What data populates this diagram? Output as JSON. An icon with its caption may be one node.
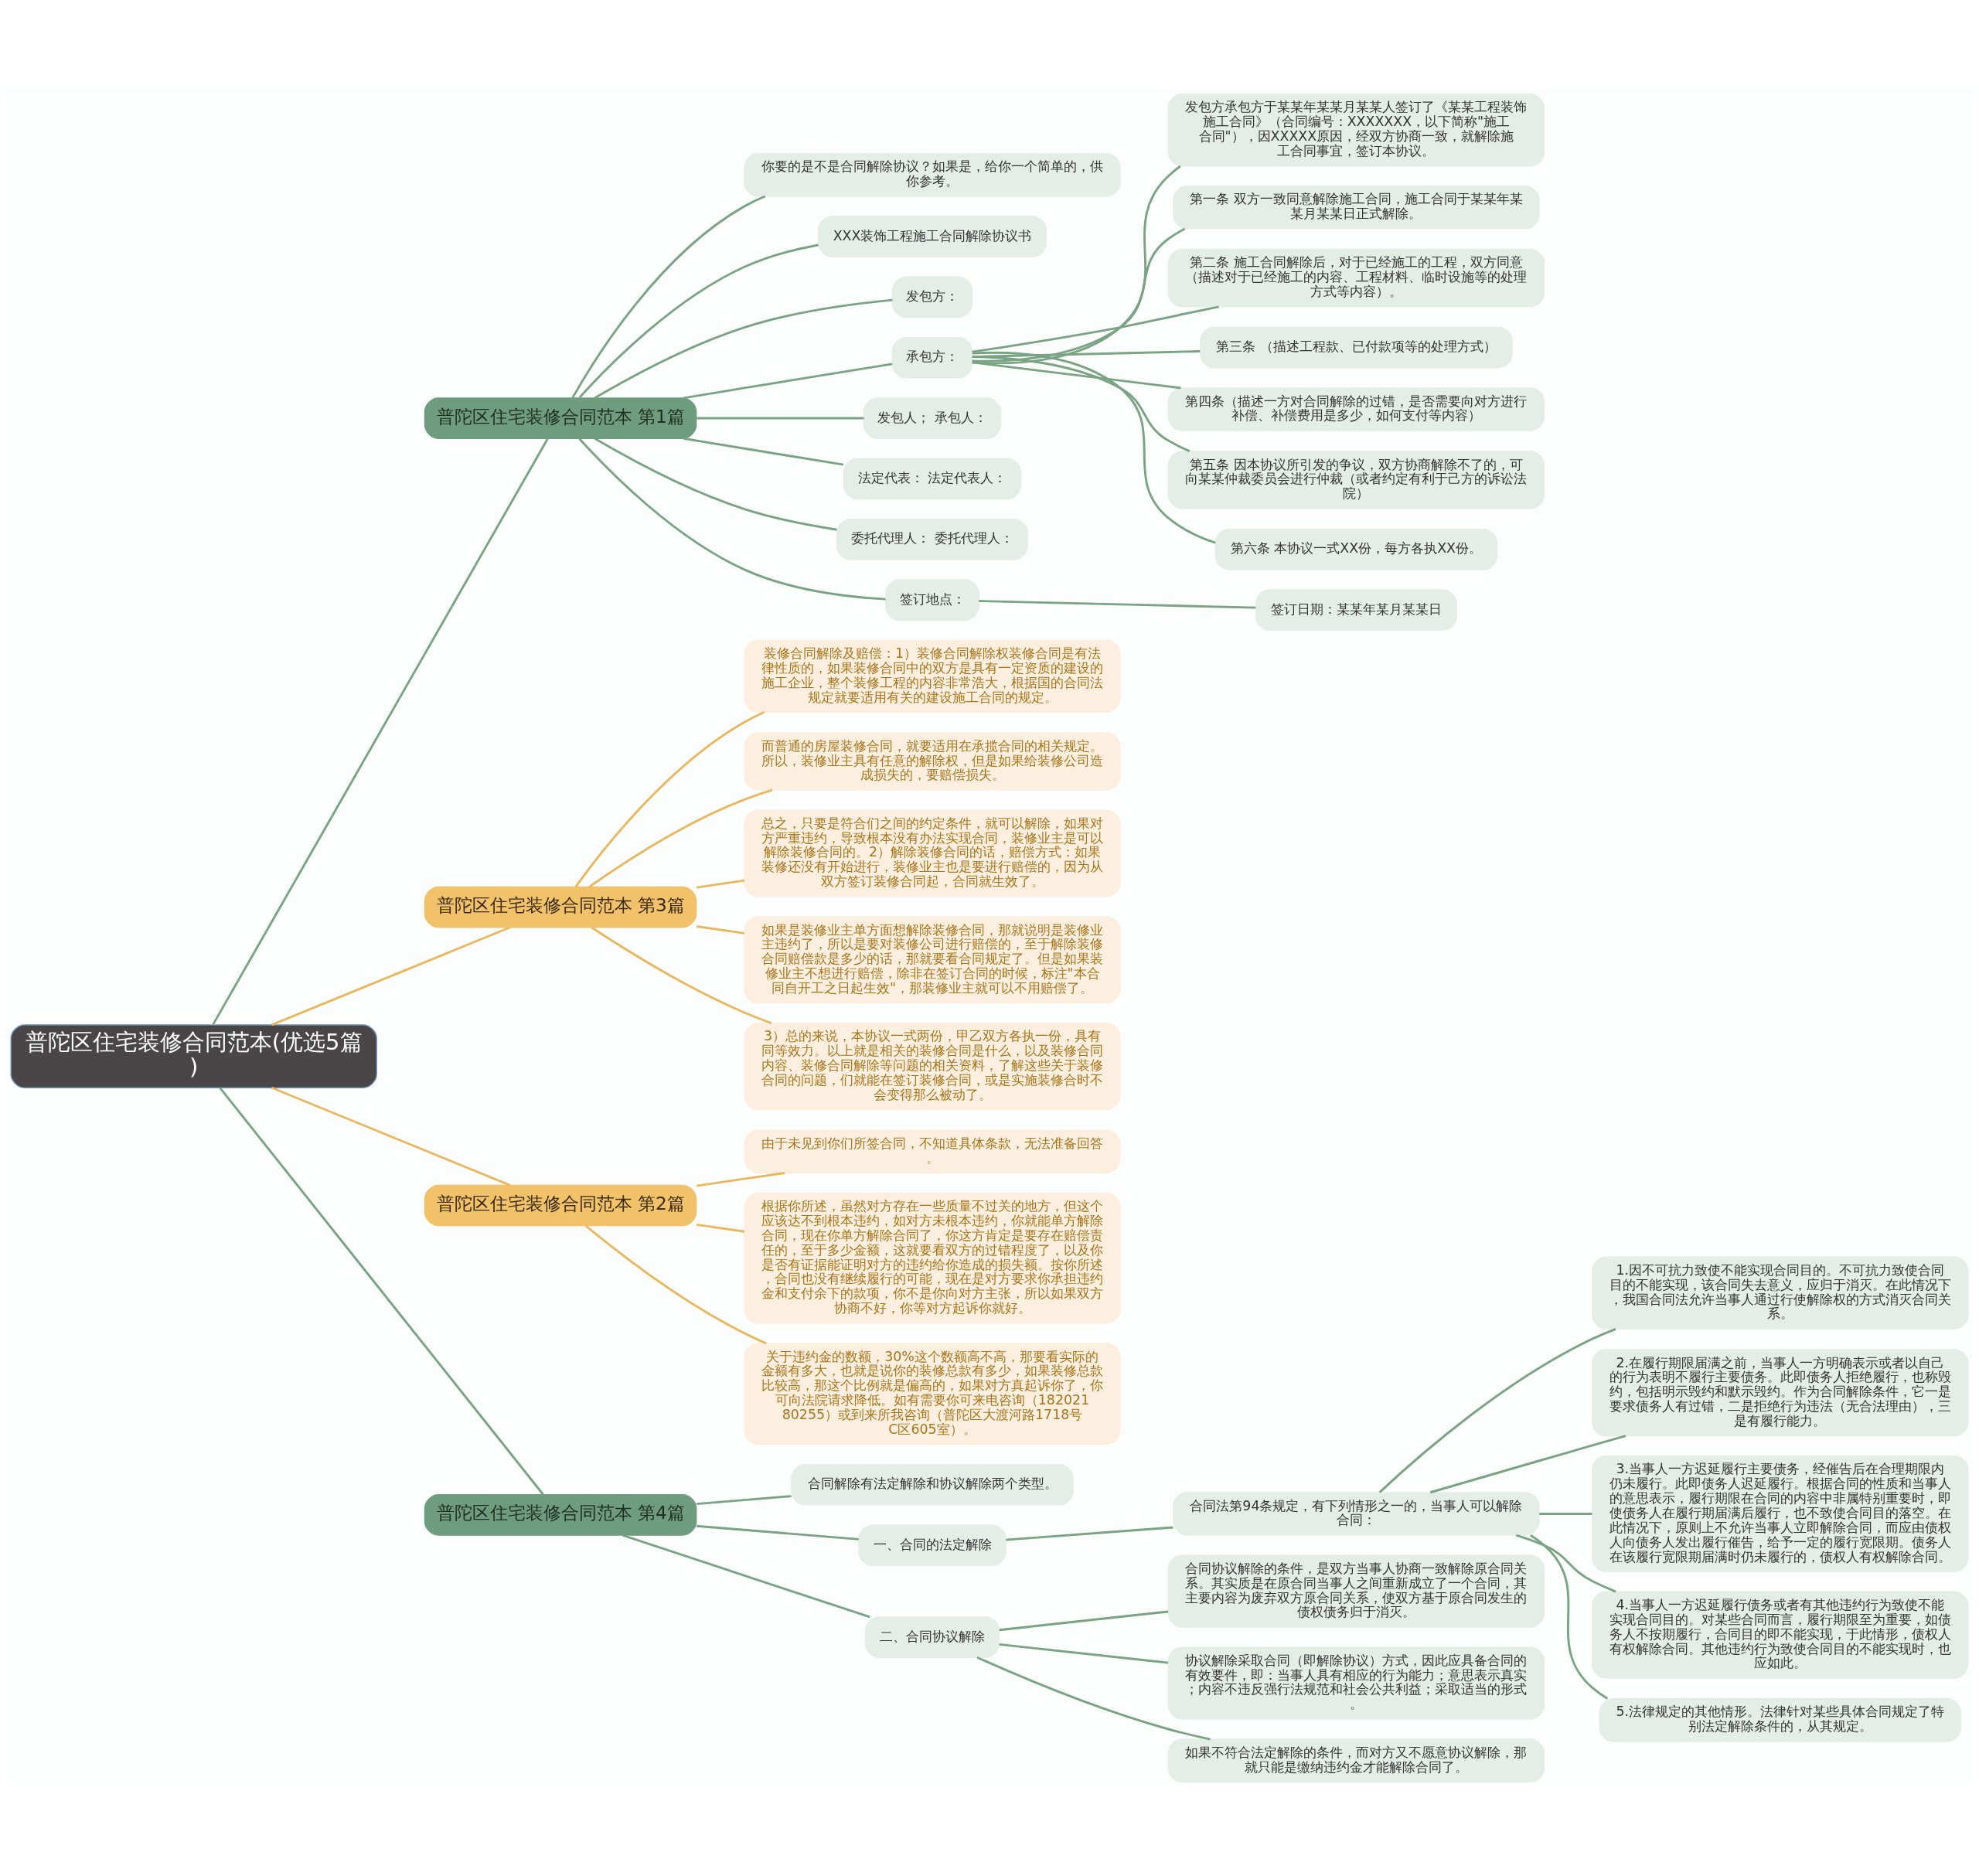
{
  "diagram": {
    "nodes": [
      {
        "text": [
          "普陀区住宅装修合同范本(优选5篇)"
        ]
      },
      {
        "text": [
          "普陀区住宅装修合同范本 第1篇"
        ]
      },
      {
        "text": [
          "你要的是不是合同解除协议？如果是，给你一个简单的，供你参考。"
        ]
      },
      {
        "text": [
          "XXX装饰工程施工合同解除协议书"
        ]
      },
      {
        "text": [
          "发包方："
        ]
      },
      {
        "text": [
          "承包方："
        ]
      },
      {
        "text": [
          "发包方承包方于某某年某某月某某人签订了《某某工程装饰施工合同》（合同编号：XXXXXXX，以下简称\"施工合同\"），因XXXXX原因，经双方协商一致，就解除施工合同事宜，签订本协议。"
        ]
      },
      {
        "text": [
          "第一条 双方一致同意解除施工合同，施工合同于某某年某某月某某日正式解除。"
        ]
      },
      {
        "text": [
          "第二条 施工合同解除后，对于已经施工的工程，双方同意（描述对于已经施工的内容、工程材料、临时设施等的处理方式等内容）。"
        ]
      },
      {
        "text": [
          "第三条 （描述工程款、已付款项等的处理方式）"
        ]
      },
      {
        "text": [
          "第四条（描述一方对合同解除的过错，是否需要向对方进行补偿、补偿费用是多少，如何支付等内容）"
        ]
      },
      {
        "text": [
          "第五条 因本协议所引发的争议，双方协商解除不了的，可向某某仲裁委员会进行仲裁（或者约定有利于己方的诉讼法院）"
        ]
      },
      {
        "text": [
          "第六条 本协议一式XX份，每方各执XX份。"
        ]
      },
      {
        "text": [
          "发包人； 承包人："
        ]
      },
      {
        "text": [
          "法定代表： 法定代表人："
        ]
      },
      {
        "text": [
          "委托代理人： 委托代理人："
        ]
      },
      {
        "text": [
          "签订地点："
        ]
      },
      {
        "text": [
          "签订日期：某某年某月某某日"
        ]
      },
      {
        "text": [
          "普陀区住宅装修合同范本 第3篇"
        ]
      },
      {
        "text": [
          "装修合同解除及赔偿：1）装修合同解除权装修合同是有法律性质的，如果装修合同中的双方是具有一定资质的建设的施工企业，整个装修工程的内容非常浩大，根据国的合同法规定就要适用有关的建设施工合同的规定。"
        ]
      },
      {
        "text": [
          "而普通的房屋装修合同，就要适用在承揽合同的相关规定。所以，装修业主具有任意的解除权，但是如果给装修公司造成损失的，要赔偿损失。"
        ]
      },
      {
        "text": [
          "总之，只要是符合们之间的约定条件，就可以解除，如果对方严重违约，导致根本没有办法实现合同，装修业主是可以解除装修合同的。2）解除装修合同的话，赔偿方式：如果装修还没有开始进行，装修业主也是要进行赔偿的，因为从双方签订装修合同起，合同就生效了。"
        ]
      },
      {
        "text": [
          "如果是装修业主单方面想解除装修合同，那就说明是装修业主违约了，所以是要对装修公司进行赔偿的，至于解除装修合同赔偿款是多少的话，那就要看合同规定了。但是如果装修业主不想进行赔偿，除非在签订合同的时候，标注\"本合同自开工之日起生效\"，那装修业主就可以不用赔偿了。"
        ]
      },
      {
        "text": [
          "3）总的来说，本协议一式两份，甲乙双方各执一份，具有同等效力。以上就是相关的装修合同是什么，以及装修合同内容、装修合同解除等问题的相关资料，了解这些关于装修合同的问题，们就能在签订装修合同，或是实施装修合时不会变得那么被动了。"
        ]
      },
      {
        "text": [
          "普陀区住宅装修合同范本 第2篇"
        ]
      },
      {
        "text": [
          "由于未见到你们所签合同，不知道具体条款，无法准备回答。"
        ]
      },
      {
        "text": [
          "根据你所述，虽然对方存在一些质量不过关的地方，但这个应该达不到根本违约，如对方未根本违约，你就能单方解除合同，现在你单方解除合同了，你这方肯定是要存在赔偿责任的，至于多少金额，这就要看双方的过错程度了，以及你是否有证据能证明对方的违约给你造成的损失额。按你所述，合同也没有继续履行的可能，现在是对方要求你承担违约金和支付余下的款项，你不是你向对方主张，所以如果双方协商不好，你等对方起诉你就好。"
        ]
      },
      {
        "text": [
          "关于违约金的数额，30%这个数额高不高，那要看实际的金额有多大，也就是说你的装修总款有多少，如果装修总款比较高，那这个比例就是偏高的，如果对方真起诉你了，你可向法院请求降低。如有需要你可来电咨询（18202180255）或到来所我咨询（普陀区大渡河路1718号C区605室）。"
        ]
      },
      {
        "text": [
          "普陀区住宅装修合同范本 第4篇"
        ]
      },
      {
        "text": [
          "合同解除有法定解除和协议解除两个类型。"
        ]
      },
      {
        "text": [
          "一、合同的法定解除"
        ]
      },
      {
        "text": [
          "合同法第94条规定，有下列情形之一的，当事人可以解除合同："
        ]
      },
      {
        "text": [
          "1.因不可抗力致使不能实现合同目的。不可抗力致使合同目的不能实现，该合同失去意义，应归于消灭。在此情况下，我国合同法允许当事人通过行使解除权的方式消灭合同关系。"
        ]
      },
      {
        "text": [
          "2.在履行期限届满之前，当事人一方明确表示或者以自己的行为表明不履行主要债务。此即债务人拒绝履行，也称毁约，包括明示毁约和默示毁约。作为合同解除条件，它一是要求债务人有过错，二是拒绝行为违法（无合法理由），三是有履行能力。"
        ]
      },
      {
        "text": [
          "3.当事人一方迟延履行主要债务，经催告后在合理期限内仍未履行。此即债务人迟延履行。根据合同的性质和当事人的意思表示，履行期限在合同的内容中非属特别重要时，即使债务人在履行期届满后履行，也不致使合同目的落空。在此情况下，原则上不允许当事人立即解除合同，而应由债权人向债务人发出履行催告，给予一定的履行宽限期。债务人在该履行宽限期届满时仍未履行的，债权人有权解除合同。"
        ]
      },
      {
        "text": [
          "4.当事人一方迟延履行债务或者有其他违约行为致使不能实现合同目的。对某些合同而言，履行期限至为重要，如债务人不按期履行，合同目的即不能实现，于此情形，债权人有权解除合同。其他违约行为致使合同目的不能实现时，也应如此。"
        ]
      },
      {
        "text": [
          "5.法律规定的其他情形。法律针对某些具体合同规定了特别法定解除条件的，从其规定。"
        ]
      },
      {
        "text": [
          "二、合同协议解除"
        ]
      },
      {
        "text": [
          "合同协议解除的条件，是双方当事人协商一致解除原合同关系。其实质是在原合同当事人之间重新成立了一个合同，其主要内容为废弃双方原合同关系，使双方基于原合同发生的债权债务归于消灭。"
        ]
      },
      {
        "text": [
          "协议解除采取合同（即解除协议）方式，因此应具备合同的有效要件，即：当事人具有相应的行为能力；意思表示真实；内容不违反强行法规范和社会公共利益；采取适当的形式。"
        ]
      },
      {
        "text": [
          "如果不符合法定解除的条件，而对方又不愿意协议解除，那就只能是缴纳违约金才能解除合同了。"
        ]
      }
    ],
    "edges": [
      {
        "from": 0,
        "to": 1,
        "arrow": "none"
      },
      {
        "from": 1,
        "to": 2,
        "arrow": "none"
      },
      {
        "from": 1,
        "to": 3,
        "arrow": "none"
      },
      {
        "from": 1,
        "to": 4,
        "arrow": "none"
      },
      {
        "from": 1,
        "to": 5,
        "arrow": "none"
      },
      {
        "from": 5,
        "to": 6,
        "arrow": "none"
      },
      {
        "from": 5,
        "to": 7,
        "arrow": "none"
      },
      {
        "from": 5,
        "to": 8,
        "arrow": "none"
      },
      {
        "from": 5,
        "to": 9,
        "arrow": "none"
      },
      {
        "from": 5,
        "to": 10,
        "arrow": "none"
      },
      {
        "from": 5,
        "to": 11,
        "arrow": "none"
      },
      {
        "from": 5,
        "to": 12,
        "arrow": "none"
      },
      {
        "from": 1,
        "to": 13,
        "arrow": "none"
      },
      {
        "from": 1,
        "to": 14,
        "arrow": "none"
      },
      {
        "from": 1,
        "to": 15,
        "arrow": "none"
      },
      {
        "from": 1,
        "to": 16,
        "arrow": "none"
      },
      {
        "from": 16,
        "to": 17,
        "arrow": "none"
      },
      {
        "from": 0,
        "to": 18,
        "arrow": "none",
        "color": "#e8b75e"
      },
      {
        "from": 18,
        "to": 19,
        "arrow": "none",
        "color": "#e8b75e"
      },
      {
        "from": 18,
        "to": 20,
        "arrow": "none",
        "color": "#e8b75e"
      },
      {
        "from": 18,
        "to": 21,
        "arrow": "none",
        "color": "#e8b75e"
      },
      {
        "from": 18,
        "to": 22,
        "arrow": "none",
        "color": "#e8b75e"
      },
      {
        "from": 18,
        "to": 23,
        "arrow": "none",
        "color": "#e8b75e"
      },
      {
        "from": 0,
        "to": 24,
        "arrow": "none",
        "color": "#e8b75e"
      },
      {
        "from": 24,
        "to": 25,
        "arrow": "none",
        "color": "#e8b75e"
      },
      {
        "from": 24,
        "to": 26,
        "arrow": "none",
        "color": "#e8b75e"
      },
      {
        "from": 24,
        "to": 27,
        "arrow": "none",
        "color": "#e8b75e"
      },
      {
        "from": 0,
        "to": 28,
        "arrow": "none"
      },
      {
        "from": 28,
        "to": 29,
        "arrow": "none"
      },
      {
        "from": 28,
        "to": 30,
        "arrow": "none"
      },
      {
        "from": 30,
        "to": 31,
        "arrow": "none"
      },
      {
        "from": 31,
        "to": 32,
        "arrow": "none"
      },
      {
        "from": 31,
        "to": 33,
        "arrow": "none"
      },
      {
        "from": 31,
        "to": 34,
        "arrow": "none"
      },
      {
        "from": 31,
        "to": 35,
        "arrow": "none"
      },
      {
        "from": 31,
        "to": 36,
        "arrow": "none"
      },
      {
        "from": 28,
        "to": 37,
        "arrow": "none"
      },
      {
        "from": 37,
        "to": 38,
        "arrow": "none"
      },
      {
        "from": 37,
        "to": 39,
        "arrow": "none"
      },
      {
        "from": 37,
        "to": 40,
        "arrow": "none"
      }
    ]
  }
}
